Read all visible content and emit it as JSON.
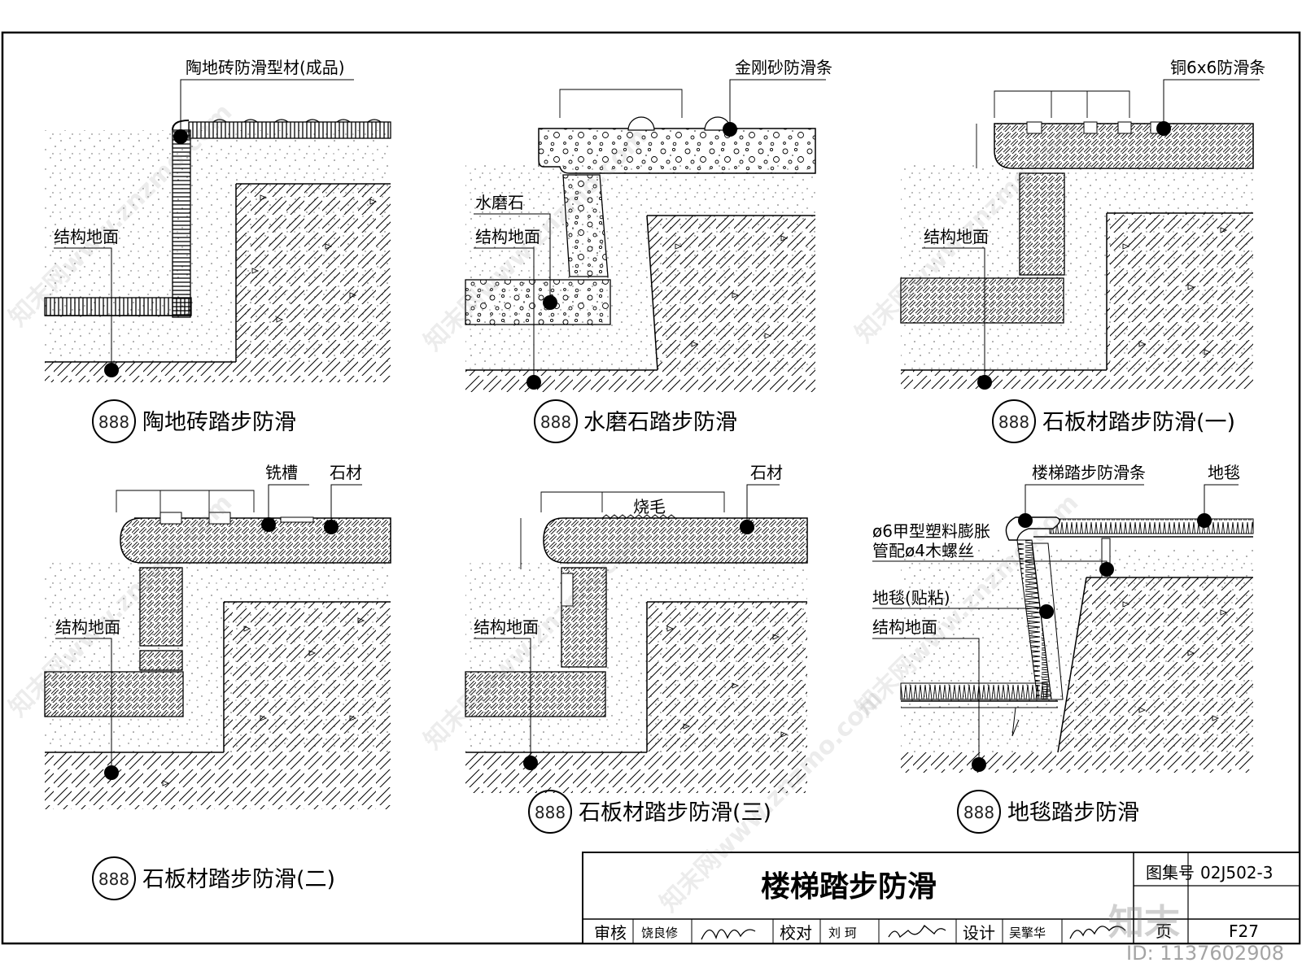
{
  "details": [
    {
      "number": "888",
      "title": "陶地砖踏步防滑",
      "labels": {
        "top": "陶地砖防滑型材(成品)",
        "base": "结构地面"
      }
    },
    {
      "number": "888",
      "title": "水磨石踏步防滑",
      "labels": {
        "top": "金刚砂防滑条",
        "mid": "水磨石",
        "base": "结构地面"
      }
    },
    {
      "number": "888",
      "title": "石板材踏步防滑(一)",
      "labels": {
        "top": "铜6x6防滑条",
        "base": "结构地面"
      }
    },
    {
      "number": "888",
      "title": "石板材踏步防滑(二)",
      "labels": {
        "groove": "铣槽",
        "stone": "石材",
        "base": "结构地面"
      }
    },
    {
      "number": "888",
      "title": "石板材踏步防滑(三)",
      "labels": {
        "stone": "石材",
        "burn": "烧毛",
        "base": "结构地面"
      }
    },
    {
      "number": "888",
      "title": "地毯踏步防滑",
      "labels": {
        "strip": "楼梯踏步防滑条",
        "carpet": "地毯",
        "anchor1": "ø6甲型塑料膨胀",
        "anchor2": "管配ø4木螺丝",
        "glued": "地毯(贴粘)",
        "base": "结构地面"
      }
    }
  ],
  "title_block": {
    "title": "楼梯踏步防滑",
    "atlas_label": "图集号",
    "atlas_no": "02J502-3",
    "page_label": "页",
    "page_no": "F27",
    "review_label": "审核",
    "review_name": "饶良修",
    "check_label": "校对",
    "check_name": "刘 珂",
    "design_label": "设计",
    "design_name": "吴擎华"
  },
  "watermark": {
    "text": "知末网www.znzmo.com",
    "logo": "知末",
    "id": "ID: 1137602908"
  }
}
